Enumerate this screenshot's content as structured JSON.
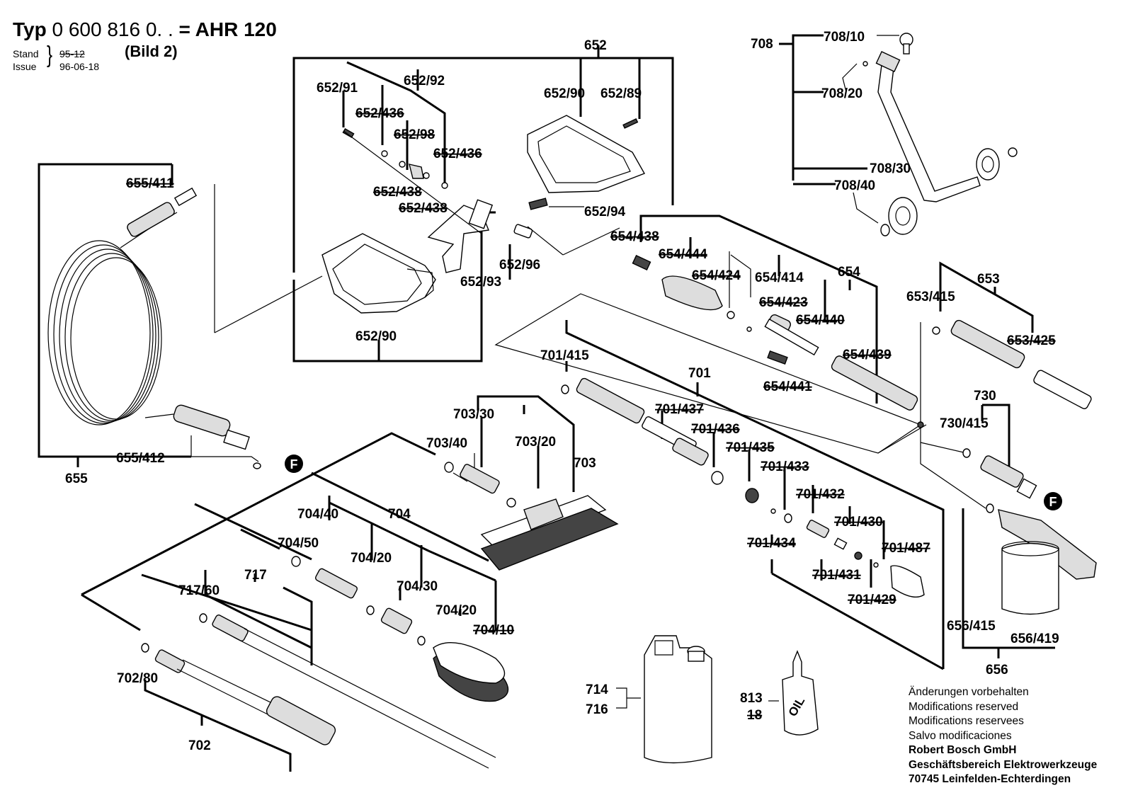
{
  "header": {
    "typ_prefix": "Typ",
    "typ_number": "0 600 816 0. .",
    "typ_model": "= AHR 120",
    "stand_label": "Stand",
    "issue_label": "Issue",
    "stand_value": "95-12",
    "issue_value": "96-06-18",
    "subtitle": "(Bild 2)"
  },
  "callouts": {
    "c652": "652",
    "c652_91": "652/91",
    "c652_92": "652/92",
    "c652_436a": "652/436",
    "c652_98": "652/98",
    "c652_436b": "652/436",
    "c652_438a": "652/438",
    "c652_438b": "652/438",
    "c652_90a": "652/90",
    "c652_89": "652/89",
    "c652_94": "652/94",
    "c652_96": "652/96",
    "c652_93": "652/93",
    "c652_90b": "652/90",
    "c655_411": "655/411",
    "c655_412": "655/412",
    "c655": "655",
    "c708": "708",
    "c708_10": "708/10",
    "c708_20": "708/20",
    "c708_30": "708/30",
    "c708_40": "708/40",
    "c654_438": "654/438",
    "c654_444": "654/444",
    "c654_424": "654/424",
    "c654_414": "654/414",
    "c654": "654",
    "c654_423": "654/423",
    "c654_440": "654/440",
    "c654_439": "654/439",
    "c654_441": "654/441",
    "c653": "653",
    "c653_415": "653/415",
    "c653_425": "653/425",
    "c701_415": "701/415",
    "c701": "701",
    "c701_437": "701/437",
    "c701_436": "701/436",
    "c701_435": "701/435",
    "c701_433": "701/433",
    "c701_432": "701/432",
    "c701_430": "701/430",
    "c701_434": "701/434",
    "c701_487": "701/487",
    "c701_431": "701/431",
    "c701_429": "701/429",
    "c730": "730",
    "c730_415": "730/415",
    "c703_30": "703/30",
    "c703_40": "703/40",
    "c703_20": "703/20",
    "c703": "703",
    "c704_40": "704/40",
    "c704": "704",
    "c704_50": "704/50",
    "c704_20a": "704/20",
    "c704_30": "704/30",
    "c704_20b": "704/20",
    "c704_10": "704/10",
    "c717": "717",
    "c717_60": "717/60",
    "c702_80": "702/80",
    "c702": "702",
    "c656_415": "656/415",
    "c656_419": "656/419",
    "c656": "656",
    "c714": "714",
    "c716": "716",
    "c813": "813",
    "c18": "18",
    "markerF": "F",
    "oil": "OIL"
  },
  "footer": {
    "line1": "Änderungen vorbehalten",
    "line2": "Modifications reserved",
    "line3": "Modifications reservees",
    "line4": "Salvo modificaciones",
    "line5": "Robert Bosch GmbH",
    "line6": "Geschäftsbereich Elektrowerkzeuge",
    "line7": "70745 Leinfelden-Echterdingen"
  }
}
